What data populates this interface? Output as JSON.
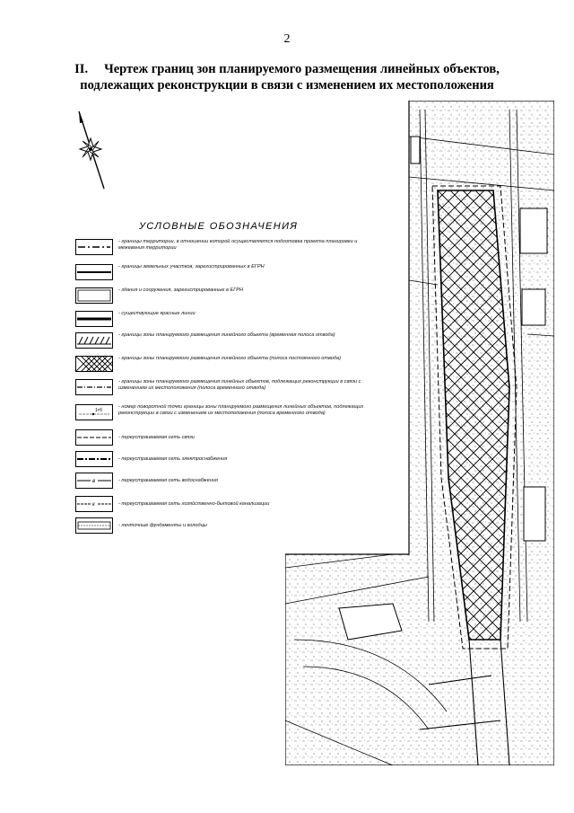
{
  "page_number": "2",
  "heading": {
    "number": "II.",
    "line1": "Чертеж границ зон планируемого размещения линейных объектов,",
    "line2": "подлежащих реконструкции в связи с изменением их местоположения"
  },
  "legend": {
    "title": "УСЛОВНЫЕ ОБОЗНАЧЕНИЯ",
    "items": [
      {
        "symbol": "territory-boundary",
        "text": "- границы территории, в отношении которой осуществляется подготовка проекта планировки и межевания территории"
      },
      {
        "symbol": "land-plot-boundary",
        "text": "- границы земельных участков, зарегистрированных в ЕГРН"
      },
      {
        "symbol": "building",
        "text": "- здания и сооружения, зарегистрированные в ЕГРН"
      },
      {
        "symbol": "red-line",
        "text": "- существующие красные линии"
      },
      {
        "symbol": "temp-zone-hatch",
        "text": "- границы зоны планируемого размещения линейного объекта (временная полоса отвода)"
      },
      {
        "symbol": "perm-zone-crosshatch",
        "text": "- границы зоны планируемого размещения линейного объекта (полоса постоянного отвода)"
      },
      {
        "symbol": "relocation-zone",
        "text": "- границы зоны планируемого размещения линейных объектов, подлежащих реконструкции в связи с изменением их местоположения (полоса временного отвода)"
      },
      {
        "symbol": "turning-point",
        "symbol_label": "1тб",
        "text": "- номер поворотной точки границы зоны планируемого размещения линейных объектов, подлежащих реконструкции в связи с изменением их местоположения (полоса временного отвода)"
      },
      {
        "symbol": "comm-line",
        "text": "- переустраиваемая сеть связи"
      },
      {
        "symbol": "power-line",
        "text": "- переустраиваемая сеть электроснабжения"
      },
      {
        "symbol": "water-line",
        "symbol_label": "в",
        "text": "- переустраиваемая сеть водоснабжения"
      },
      {
        "symbol": "sewer-line",
        "symbol_label": "к",
        "text": "- переустраиваемая сеть хозяйственно-бытовой канализации"
      },
      {
        "symbol": "foundations",
        "text": "- ленточные фундаменты и колодцы"
      }
    ]
  }
}
